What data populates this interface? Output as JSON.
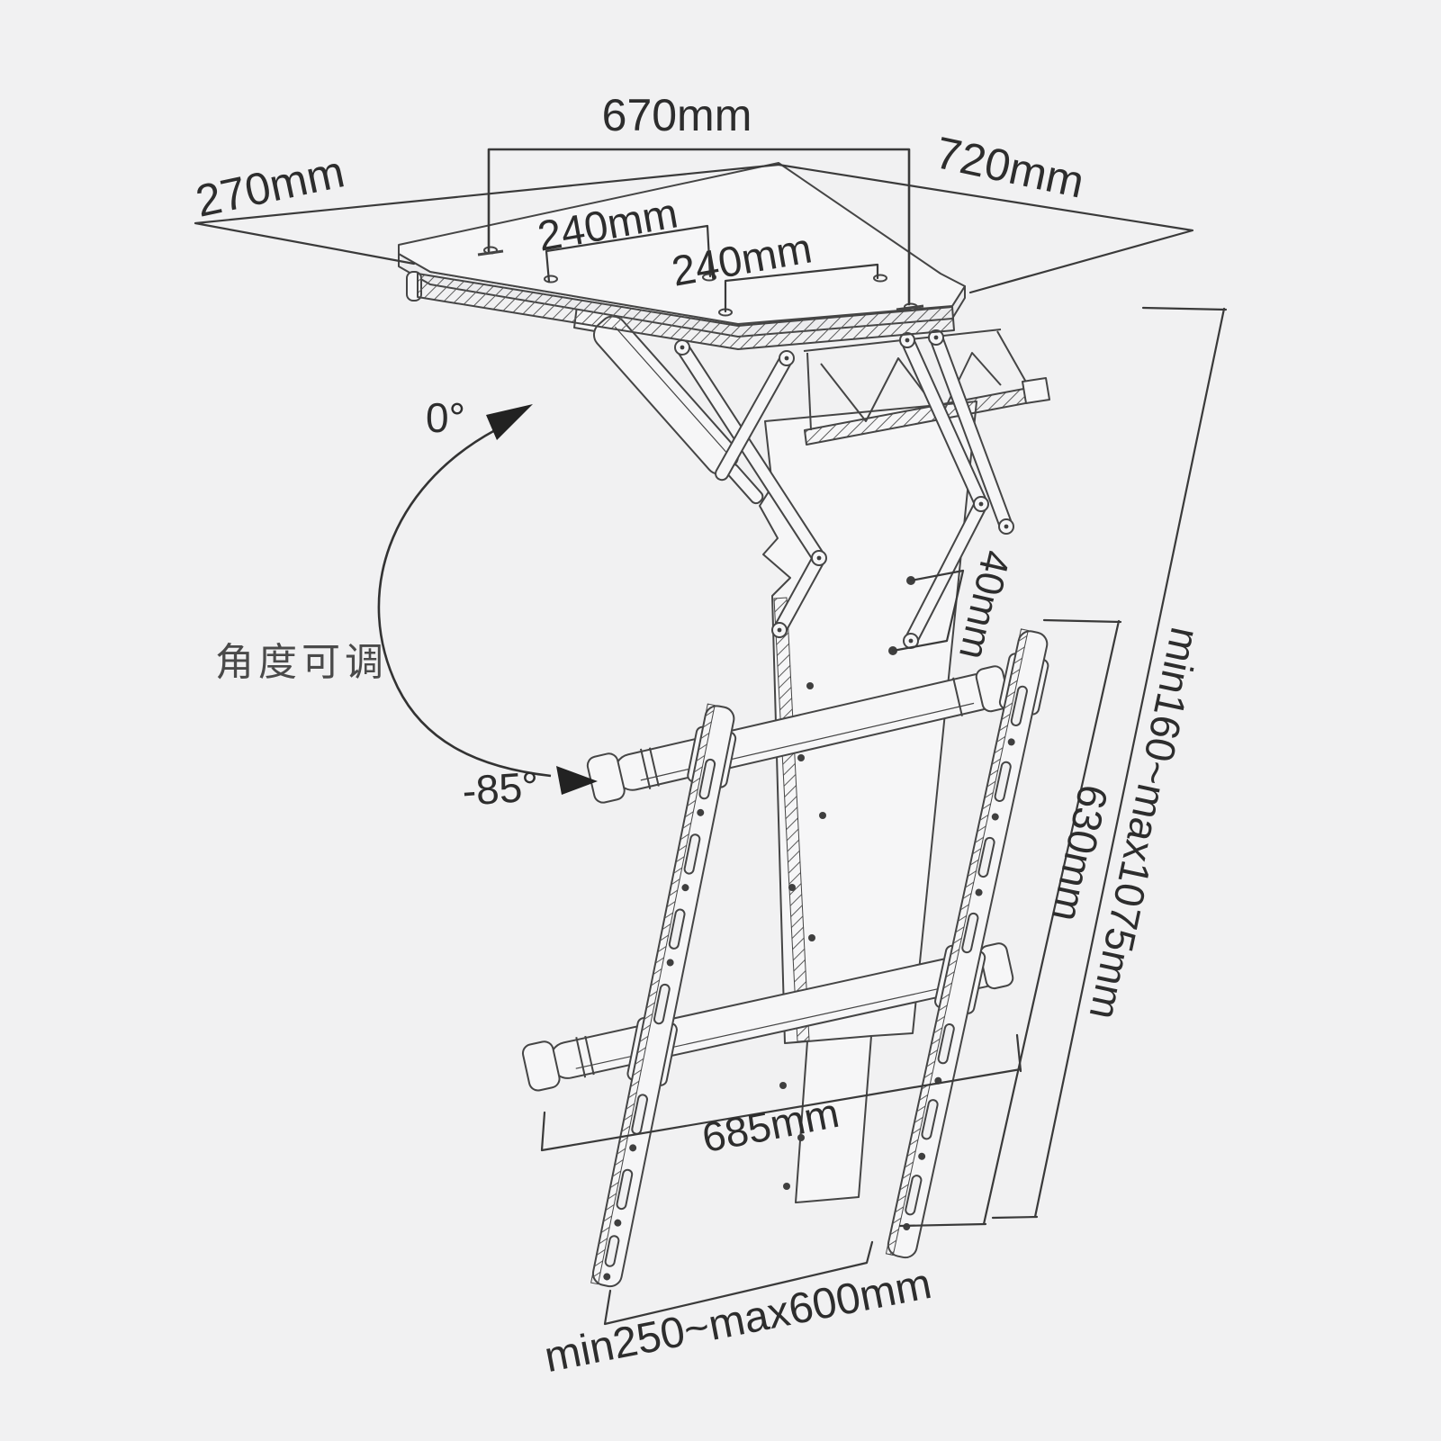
{
  "page": {
    "background": "#f1f1f2",
    "line_color": "#3f3f3f",
    "text_color": "#2d2d2d"
  },
  "diagram": {
    "type": "technical-dimension-drawing",
    "subject": "ceiling flip-down TV mount bracket",
    "note": "角度可调",
    "angles": {
      "upper": "0°",
      "lower": "-85°"
    },
    "dimensions": {
      "plate_width": "670mm",
      "plate_edge_right": "720mm",
      "plate_edge_left": "270mm",
      "hole_spacing_left": "240mm",
      "hole_spacing_right": "240mm",
      "column_hole_offset": "40mm",
      "drop_height_range": "min160~max1075mm",
      "tube_vertical_spacing": "630mm",
      "rail_diagonal_span": "685mm",
      "rail_bottom_span": "min250~max600mm"
    }
  }
}
